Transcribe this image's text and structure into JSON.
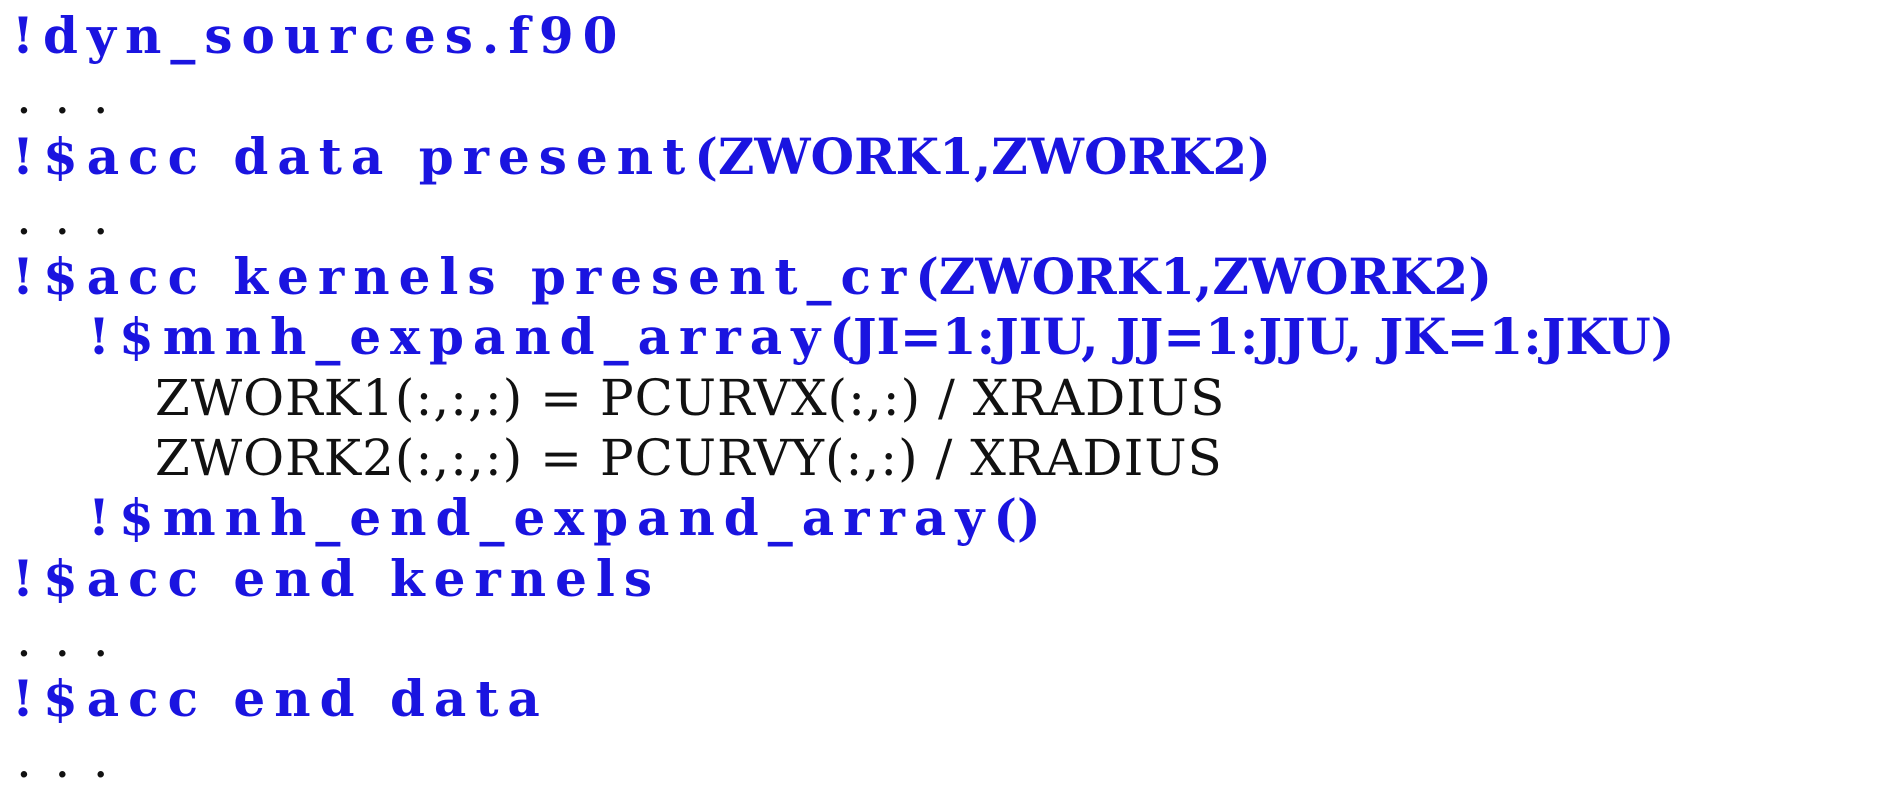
{
  "lines": [
    {
      "indent": 0,
      "kind": "comment",
      "text": "!dyn_sources.f90"
    },
    {
      "indent": 0,
      "kind": "ellipsis",
      "text": "..."
    },
    {
      "indent": 0,
      "kind": "directive",
      "text": "!$acc data present",
      "args": "(ZWORK1,ZWORK2)"
    },
    {
      "indent": 0,
      "kind": "ellipsis",
      "text": "..."
    },
    {
      "indent": 0,
      "kind": "directive",
      "text": "!$acc kernels present_cr",
      "args": "(ZWORK1,ZWORK2)"
    },
    {
      "indent": 1,
      "kind": "directive",
      "text": "!$mnh_expand_array",
      "args": "(JI=1:JIU, JJ=1:JJU, JK=1:JKU)"
    },
    {
      "indent": 2,
      "kind": "code",
      "text": "ZWORK1(:,:,:) = PCURVX(:,:) / XRADIUS"
    },
    {
      "indent": 2,
      "kind": "code",
      "text": "ZWORK2(:,:,:) = PCURVY(:,:) / XRADIUS"
    },
    {
      "indent": 1,
      "kind": "directive",
      "text": "!$mnh_end_expand_array",
      "args": "()"
    },
    {
      "indent": 0,
      "kind": "directive",
      "text": "!$acc end kernels"
    },
    {
      "indent": 0,
      "kind": "ellipsis",
      "text": "..."
    },
    {
      "indent": 0,
      "kind": "directive",
      "text": "!$acc end data"
    },
    {
      "indent": 0,
      "kind": "ellipsis",
      "text": "..."
    }
  ],
  "colors": {
    "directive": "#1a14e0",
    "code": "#111111",
    "background": "#ffffff"
  }
}
